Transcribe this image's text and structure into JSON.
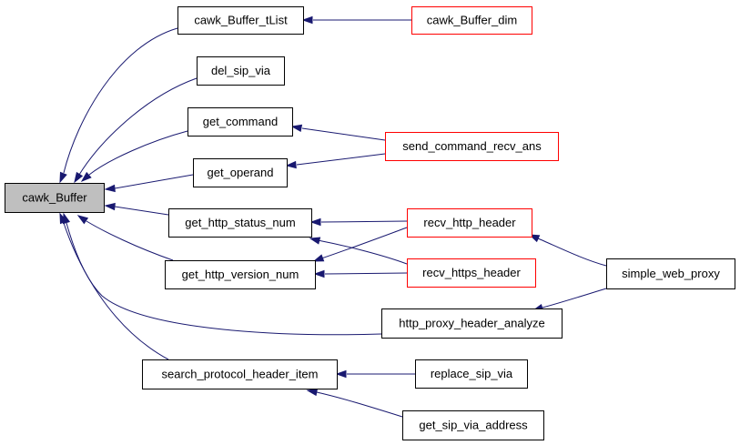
{
  "colors": {
    "edge": "#191970",
    "node_border_default": "#000000",
    "node_border_external": "#ff0000",
    "node_fill_default": "#ffffff",
    "node_fill_root": "#bfbfbf"
  },
  "nodes": [
    {
      "id": "cawk_Buffer",
      "label": "cawk_Buffer",
      "style": "root"
    },
    {
      "id": "cawk_Buffer_tList",
      "label": "cawk_Buffer_tList",
      "style": "default"
    },
    {
      "id": "cawk_Buffer_dim",
      "label": "cawk_Buffer_dim",
      "style": "external"
    },
    {
      "id": "del_sip_via",
      "label": "del_sip_via",
      "style": "default"
    },
    {
      "id": "get_command",
      "label": "get_command",
      "style": "default"
    },
    {
      "id": "send_command_recv_ans",
      "label": "send_command_recv_ans",
      "style": "external"
    },
    {
      "id": "get_operand",
      "label": "get_operand",
      "style": "default"
    },
    {
      "id": "get_http_status_num",
      "label": "get_http_status_num",
      "style": "default"
    },
    {
      "id": "recv_http_header",
      "label": "recv_http_header",
      "style": "external"
    },
    {
      "id": "get_http_version_num",
      "label": "get_http_version_num",
      "style": "default"
    },
    {
      "id": "recv_https_header",
      "label": "recv_https_header",
      "style": "external"
    },
    {
      "id": "simple_web_proxy",
      "label": "simple_web_proxy",
      "style": "default"
    },
    {
      "id": "http_proxy_header_analyze",
      "label": "http_proxy_header_analyze",
      "style": "default"
    },
    {
      "id": "search_protocol_header_item",
      "label": "search_protocol_header_item",
      "style": "default"
    },
    {
      "id": "replace_sip_via",
      "label": "replace_sip_via",
      "style": "default"
    },
    {
      "id": "get_sip_via_address",
      "label": "get_sip_via_address",
      "style": "default"
    }
  ],
  "edges": [
    {
      "from": "cawk_Buffer_tList",
      "to": "cawk_Buffer"
    },
    {
      "from": "del_sip_via",
      "to": "cawk_Buffer"
    },
    {
      "from": "get_command",
      "to": "cawk_Buffer"
    },
    {
      "from": "get_operand",
      "to": "cawk_Buffer"
    },
    {
      "from": "get_http_status_num",
      "to": "cawk_Buffer"
    },
    {
      "from": "get_http_version_num",
      "to": "cawk_Buffer"
    },
    {
      "from": "http_proxy_header_analyze",
      "to": "cawk_Buffer"
    },
    {
      "from": "search_protocol_header_item",
      "to": "cawk_Buffer"
    },
    {
      "from": "cawk_Buffer_dim",
      "to": "cawk_Buffer_tList"
    },
    {
      "from": "send_command_recv_ans",
      "to": "get_command"
    },
    {
      "from": "send_command_recv_ans",
      "to": "get_operand"
    },
    {
      "from": "recv_http_header",
      "to": "get_http_status_num"
    },
    {
      "from": "recv_https_header",
      "to": "get_http_status_num"
    },
    {
      "from": "recv_http_header",
      "to": "get_http_version_num"
    },
    {
      "from": "recv_https_header",
      "to": "get_http_version_num"
    },
    {
      "from": "simple_web_proxy",
      "to": "recv_http_header"
    },
    {
      "from": "simple_web_proxy",
      "to": "http_proxy_header_analyze"
    },
    {
      "from": "replace_sip_via",
      "to": "search_protocol_header_item"
    },
    {
      "from": "get_sip_via_address",
      "to": "search_protocol_header_item"
    }
  ]
}
